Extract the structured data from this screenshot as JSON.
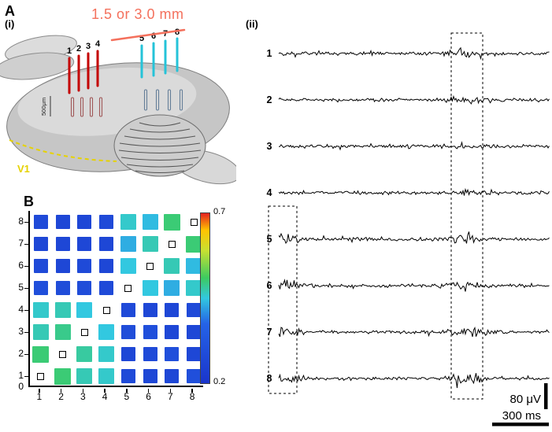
{
  "panels": {
    "a": "A",
    "ai": "(i)",
    "aii": "(ii)",
    "b": "B"
  },
  "panel_ai": {
    "distance_label": "1.5 or 3.0 mm",
    "v1_label": "V1",
    "depth_scale_label": "500μm",
    "red_electrode_labels": [
      "1",
      "2",
      "3",
      "4"
    ],
    "cyan_electrode_labels": [
      "5",
      "6",
      "7",
      "8"
    ],
    "colors": {
      "red_electrodes": "#c40000",
      "cyan_electrodes": "#25c3d8",
      "distance_label": "#f4705c",
      "v1": "#e6d200"
    }
  },
  "panel_aii": {
    "trace_labels": [
      "1",
      "2",
      "3",
      "4",
      "5",
      "6",
      "7",
      "8"
    ],
    "voltage_scale_label": "80 μV",
    "time_scale_label": "300 ms",
    "highlight_boxes": [
      {
        "name": "left-dashed-box",
        "traces_covered": "5–8"
      },
      {
        "name": "right-dashed-box",
        "traces_covered": "1–8"
      }
    ]
  },
  "chart_data": {
    "type": "heatmap",
    "description": "Pairwise correlation matrix between electrodes 1-8; diagonal cells shown as small open squares",
    "x_tick_labels": [
      "1",
      "2",
      "3",
      "4",
      "5",
      "6",
      "7",
      "8"
    ],
    "y_tick_labels_top_to_bottom": [
      "8",
      "7",
      "6",
      "5",
      "4",
      "3",
      "2",
      "1",
      "0"
    ],
    "rows_top_to_bottom": [
      "8",
      "7",
      "6",
      "5",
      "4",
      "3",
      "2",
      "1"
    ],
    "colorbar": {
      "min": 0.2,
      "max": 0.7,
      "min_label": "0.2",
      "max_label": "0.7"
    },
    "matrix": [
      [
        0.28,
        0.27,
        0.27,
        0.28,
        0.46,
        0.44,
        0.5,
        null
      ],
      [
        0.27,
        0.27,
        0.27,
        0.27,
        0.43,
        0.47,
        null,
        0.5
      ],
      [
        0.28,
        0.27,
        0.28,
        0.27,
        0.45,
        null,
        0.47,
        0.44
      ],
      [
        0.3,
        0.29,
        0.29,
        0.28,
        null,
        0.45,
        0.43,
        0.46
      ],
      [
        0.46,
        0.47,
        0.45,
        null,
        0.28,
        0.27,
        0.27,
        0.28
      ],
      [
        0.47,
        0.49,
        null,
        0.45,
        0.29,
        0.3,
        0.27,
        0.27
      ],
      [
        0.5,
        null,
        0.48,
        0.46,
        0.27,
        0.28,
        0.3,
        0.27
      ],
      [
        null,
        0.5,
        0.47,
        0.46,
        0.28,
        0.27,
        0.27,
        0.3
      ]
    ],
    "colormap_stops": [
      [
        0,
        "#1a35cc"
      ],
      [
        0.35,
        "#2563e6"
      ],
      [
        0.5,
        "#32c8e0"
      ],
      [
        0.62,
        "#3dcb60"
      ],
      [
        0.78,
        "#c8e032"
      ],
      [
        0.9,
        "#ffc400"
      ],
      [
        1,
        "#e42020"
      ]
    ]
  }
}
